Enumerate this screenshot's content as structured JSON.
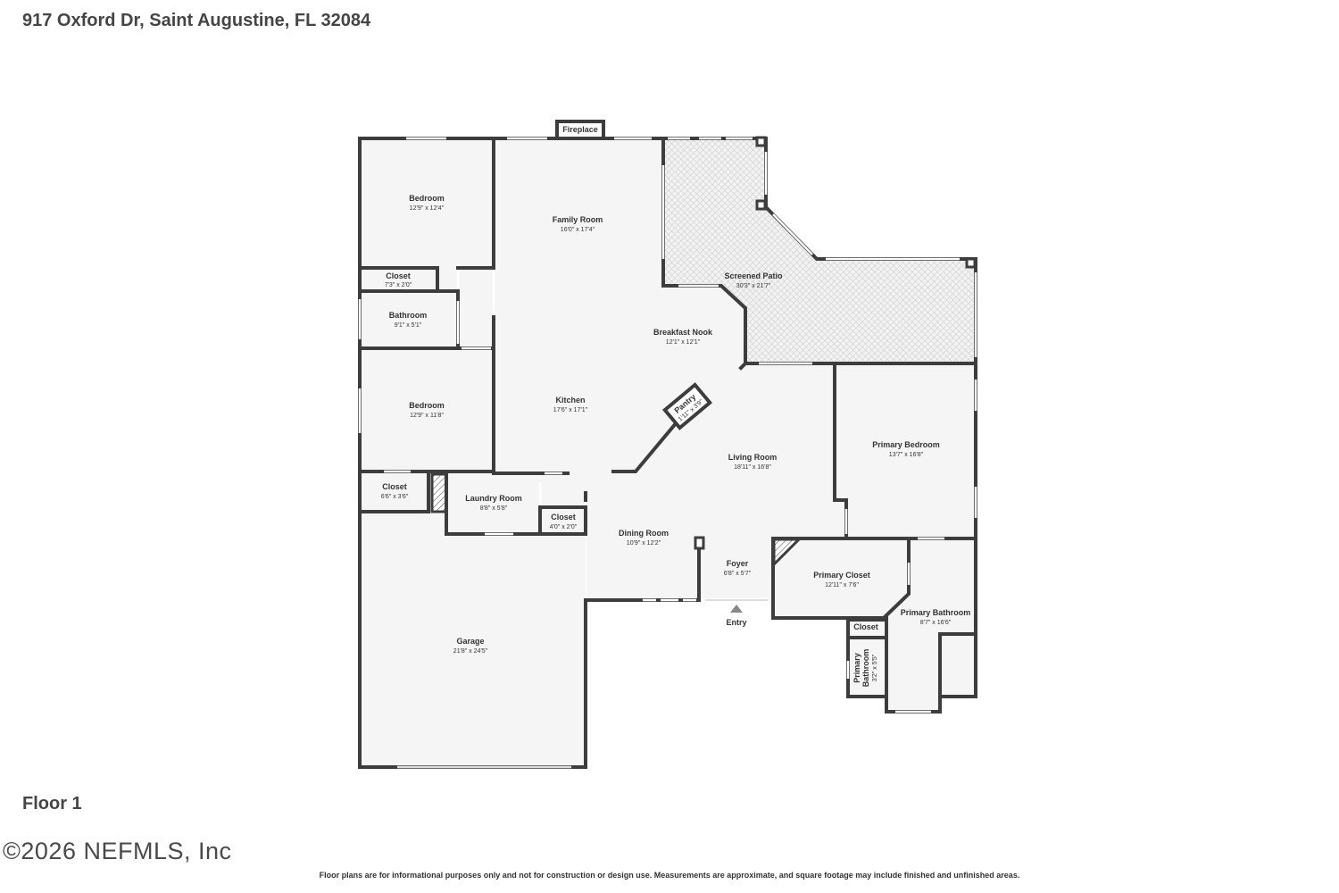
{
  "header": {
    "address": "917 Oxford Dr, Saint Augustine, FL 32084"
  },
  "floor_label": "Floor 1",
  "copyright": "©2026 NEFMLS, Inc",
  "disclaimer": "Floor plans are for informational purposes only and not for construction or design use. Measurements are approximate, and square footage may include finished and unfinished areas.",
  "fireplace_label": "Fireplace",
  "entry_label": "Entry",
  "rooms": {
    "bedroom_1": {
      "name": "Bedroom",
      "dims": "12'9\" x 12'4\""
    },
    "family_room": {
      "name": "Family Room",
      "dims": "16'0\" x 17'4\""
    },
    "closet_1": {
      "name": "Closet",
      "dims": "7'3\" x 2'0\""
    },
    "bathroom": {
      "name": "Bathroom",
      "dims": "9'1\" x 5'1\""
    },
    "screened_patio": {
      "name": "Screened Patio",
      "dims": "30'3\" x 21'7\""
    },
    "breakfast_nook": {
      "name": "Breakfast Nook",
      "dims": "12'1\" x 12'1\""
    },
    "bedroom_2": {
      "name": "Bedroom",
      "dims": "12'9\" x 11'8\""
    },
    "kitchen": {
      "name": "Kitchen",
      "dims": "17'6\" x 17'1\""
    },
    "pantry": {
      "name": "Pantry",
      "dims": "1'11\" x 3'9\""
    },
    "primary_bedroom": {
      "name": "Primary Bedroom",
      "dims": "13'7\" x 16'8\""
    },
    "living_room": {
      "name": "Living Room",
      "dims": "18'11\" x 16'8\""
    },
    "closet_2": {
      "name": "Closet",
      "dims": "6'6\" x 3'6\""
    },
    "laundry_room": {
      "name": "Laundry Room",
      "dims": "8'8\" x 5'8\""
    },
    "closet_3": {
      "name": "Closet",
      "dims": "4'0\" x 2'0\""
    },
    "dining_room": {
      "name": "Dining Room",
      "dims": "10'9\" x 12'2\""
    },
    "foyer": {
      "name": "Foyer",
      "dims": "6'8\" x 5'7\""
    },
    "primary_closet": {
      "name": "Primary Closet",
      "dims": "12'11\" x 7'6\""
    },
    "primary_bathroom": {
      "name": "Primary Bathroom",
      "dims": "8'7\" x 16'6\""
    },
    "closet_4": {
      "name": "Closet"
    },
    "primary_bathroom_2": {
      "name1": "Primary",
      "name2": "Bathroom",
      "dims": "3'2\" x 5'5\""
    },
    "garage": {
      "name": "Garage",
      "dims": "21'8\" x 24'5\""
    }
  },
  "colors": {
    "wall": "#3d3d3d",
    "floor": "#f5f5f5",
    "patio": "#eeeeee"
  }
}
